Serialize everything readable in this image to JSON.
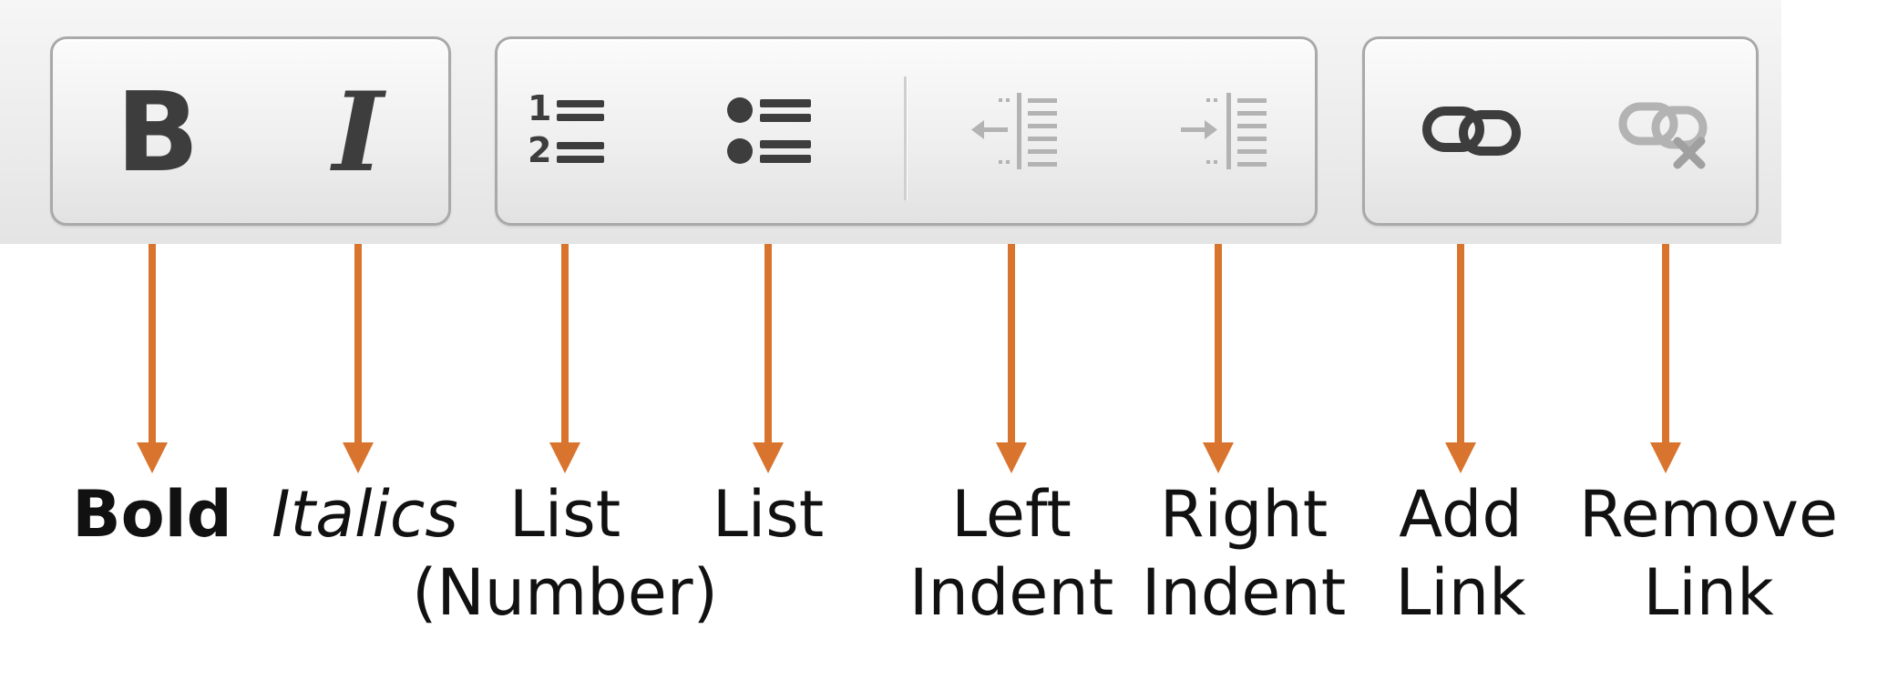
{
  "toolbar": {
    "buttons": [
      {
        "id": "bold",
        "icon": "bold-icon",
        "glyph": "B"
      },
      {
        "id": "italic",
        "icon": "italic-icon",
        "glyph": "I"
      },
      {
        "id": "numbered-list",
        "icon": "numbered-list-icon",
        "glyph": "1\n2"
      },
      {
        "id": "bullet-list",
        "icon": "bullet-list-icon"
      },
      {
        "id": "left-indent",
        "icon": "outdent-icon",
        "disabled": true
      },
      {
        "id": "right-indent",
        "icon": "indent-icon",
        "disabled": true
      },
      {
        "id": "add-link",
        "icon": "link-icon"
      },
      {
        "id": "remove-link",
        "icon": "unlink-icon",
        "disabled": true
      }
    ]
  },
  "labels": {
    "bold": "Bold",
    "italics": "Italics",
    "list_number": [
      "List",
      "(Number)"
    ],
    "list": "List",
    "left_indent": [
      "Left",
      "Indent"
    ],
    "right_indent": [
      "Right",
      "Indent"
    ],
    "add_link": [
      "Add",
      "Link"
    ],
    "remove_link": [
      "Remove",
      "Link"
    ]
  },
  "colors": {
    "arrow": "#d9742f",
    "icon_active": "#3d3d3d",
    "icon_disabled": "#b3b3b3",
    "group_border": "#a9a9a9"
  }
}
